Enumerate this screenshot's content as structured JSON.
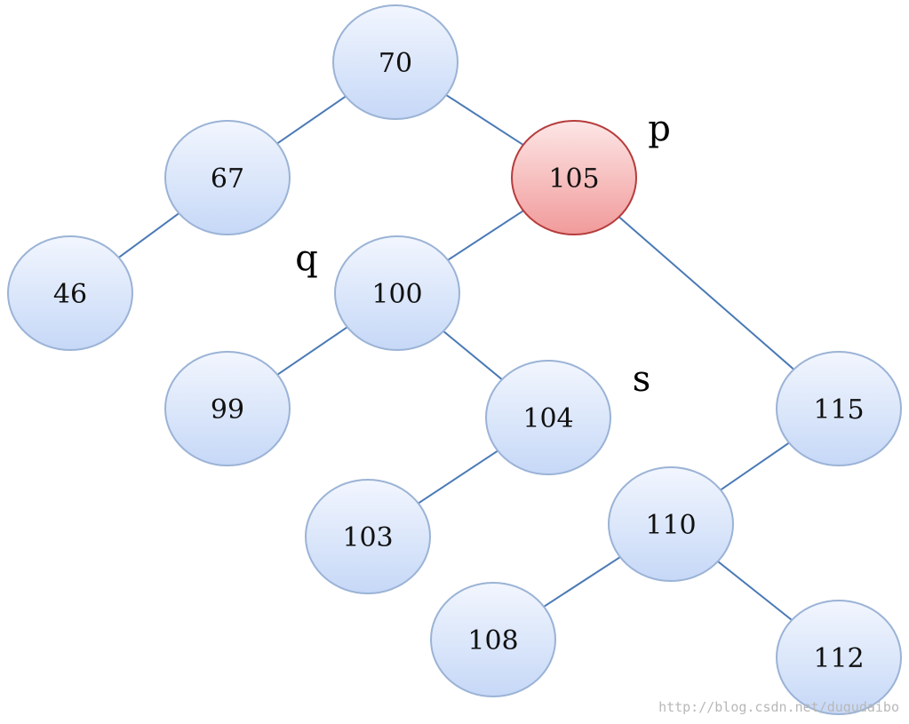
{
  "colors": {
    "node_fill_top": "#f2f6fe",
    "node_fill_bottom": "#c6d8f7",
    "node_stroke": "#9bb3d6",
    "highlight_fill_top": "#fde6e6",
    "highlight_fill_bottom": "#f19a9a",
    "highlight_stroke": "#b63c3c",
    "edge": "#4a7ab5",
    "watermark": "#b8b8b8"
  },
  "nodes": [
    {
      "id": "n70",
      "label": "70"
    },
    {
      "id": "n67",
      "label": "67"
    },
    {
      "id": "n46",
      "label": "46"
    },
    {
      "id": "n105",
      "label": "105",
      "highlight": true
    },
    {
      "id": "n100",
      "label": "100"
    },
    {
      "id": "n99",
      "label": "99"
    },
    {
      "id": "n104",
      "label": "104"
    },
    {
      "id": "n103",
      "label": "103"
    },
    {
      "id": "n115",
      "label": "115"
    },
    {
      "id": "n110",
      "label": "110"
    },
    {
      "id": "n108",
      "label": "108"
    },
    {
      "id": "n112",
      "label": "112"
    }
  ],
  "edges": [
    {
      "from": "n70",
      "to": "n67"
    },
    {
      "from": "n70",
      "to": "n105"
    },
    {
      "from": "n67",
      "to": "n46"
    },
    {
      "from": "n105",
      "to": "n100"
    },
    {
      "from": "n105",
      "to": "n115"
    },
    {
      "from": "n100",
      "to": "n99"
    },
    {
      "from": "n100",
      "to": "n104"
    },
    {
      "from": "n104",
      "to": "n103"
    },
    {
      "from": "n115",
      "to": "n110"
    },
    {
      "from": "n110",
      "to": "n108"
    },
    {
      "from": "n110",
      "to": "n112"
    }
  ],
  "pointers": {
    "p": "p",
    "q": "q",
    "s": "s"
  },
  "watermark": "http://blog.csdn.net/dugudaibo"
}
